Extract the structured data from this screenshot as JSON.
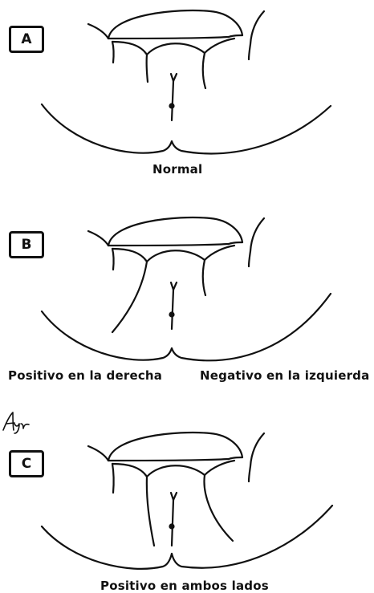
{
  "panels": [
    {
      "label": "A",
      "captions": [
        "Normal"
      ]
    },
    {
      "label": "B",
      "captions": [
        "Positivo en la derecha",
        "Negativo en la izquierda"
      ]
    },
    {
      "label": "C",
      "captions": [
        "Positivo en ambos lados"
      ]
    }
  ],
  "signature_text": "Ayr",
  "colors": {
    "ink": "#111111",
    "background": "#ffffff"
  }
}
